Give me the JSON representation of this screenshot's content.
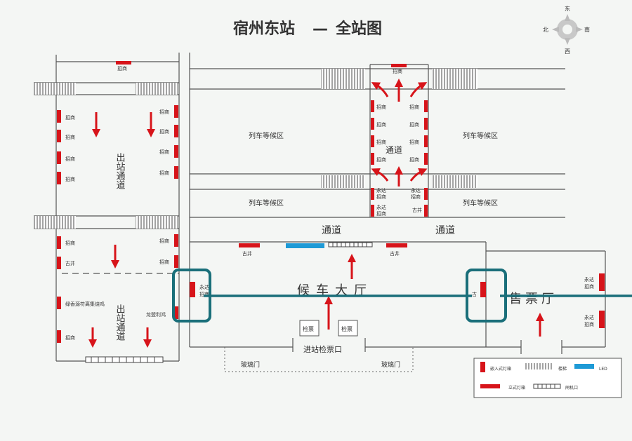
{
  "title": {
    "station": "宿州东站",
    "dash": "—",
    "rest": "全站图"
  },
  "compass": {
    "north": "东",
    "east": "南",
    "south": "西",
    "west": "北"
  },
  "labels": {
    "zhaoshang": "招商",
    "gujing": "古井",
    "yongda_zhaoshang": "永达招商",
    "yongda": "永达",
    "exit_passage": "出站通道",
    "waiting_area": "列车等候区",
    "channel": "通道",
    "waiting_hall": "候车大厅",
    "ticket_hall": "售票厅",
    "ticket_check": "检票",
    "entry_gate": "进站检票口",
    "glass_door": "玻璃门",
    "lvxiang": "绿香源符离集烧鸡",
    "longyu": "龙盟利鸿",
    "gu": "古"
  },
  "legend": {
    "embedded_lightbox": "嵌入式灯箱",
    "stairs": "楼梯",
    "led": "LED",
    "standing_lightbox": "立式灯箱",
    "gate": "闸机口"
  },
  "colors": {
    "title_red": "#e02424",
    "ad_red": "#d7141a",
    "highlight_teal": "#1a6f7a",
    "led_blue": "#1e9ad6"
  }
}
